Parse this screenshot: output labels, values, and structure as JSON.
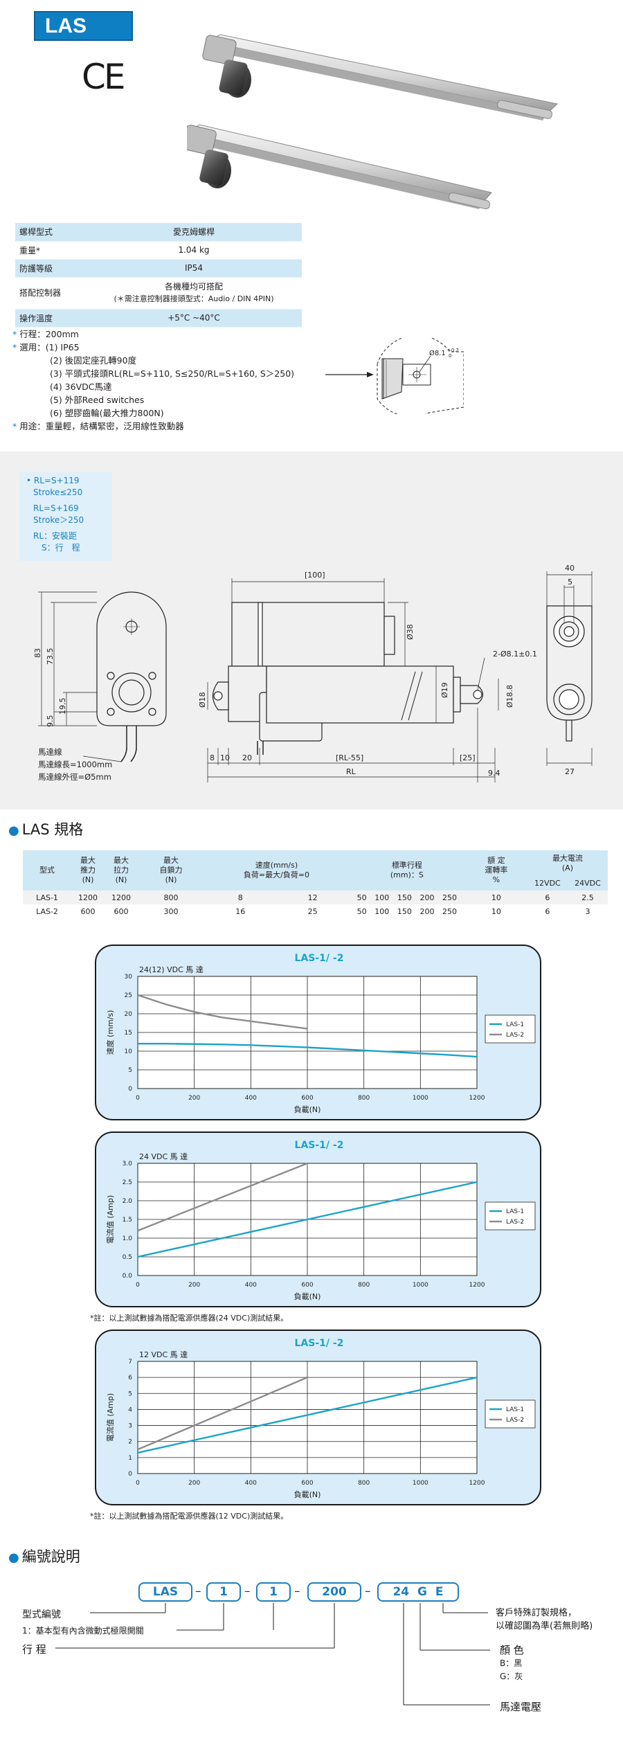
{
  "header": {
    "model": "LAS",
    "cert": "CE"
  },
  "spec_table": {
    "rows": [
      {
        "label": "螺桿型式",
        "value": "愛克姆螺桿"
      },
      {
        "label": "重量*",
        "value": "1.04 kg"
      },
      {
        "label": "防護等級",
        "value": "IP54"
      },
      {
        "label": "搭配控制器",
        "value": "各機種均可搭配",
        "value2": "(＊需注意控制器接頭型式：Audio / DIN 4PIN)"
      },
      {
        "label": "操作溫度",
        "value": "+5°C ~40°C"
      }
    ]
  },
  "notes": {
    "stroke": "行程：200mm",
    "options_head": "選用：(1) IP65",
    "options": [
      "(2) 後固定座孔轉90度",
      "(3) 平頭式接頭RL(RL=S+110, S≤250/RL=S+160, S＞250)",
      "(4) 36VDC馬達",
      "(5) 外部Reed switches",
      "(6) 塑膠齒輪(最大推力800N)"
    ],
    "usage": "用途：重量輕，結構緊密，泛用線性致動器",
    "detail_label": "Ø8.1",
    "detail_tol": "+0.2",
    "detail_tol2": "0"
  },
  "drawing": {
    "legend": [
      "RL=S+119",
      "Stroke≤250",
      "RL=S+169",
      "Stroke＞250",
      "RL：安裝距",
      "S：行　程"
    ],
    "motor_notes": [
      "馬達線",
      "馬達線長=1000mm",
      "馬達線外徑=Ø5mm"
    ],
    "dims": {
      "d83": "83",
      "d735": "73.5",
      "d195": "19.5",
      "d95": "9.5",
      "d100": "[100]",
      "d38": "Ø38",
      "d19": "Ø19",
      "d188": "Ø18.8",
      "d18": "Ø18",
      "hole": "2-Ø8.1±0.1",
      "d8": "8",
      "d10": "10",
      "d20": "20",
      "rl55": "[RL-55]",
      "d25": "[25]",
      "rl": "RL",
      "d94": "9.4",
      "d40": "40",
      "d5": "5",
      "d27": "27"
    }
  },
  "section1": {
    "title": "LAS 規格"
  },
  "spec2": {
    "headers": {
      "model": "型式",
      "push": [
        "最大",
        "推力",
        "(N)"
      ],
      "pull": [
        "最大",
        "拉力",
        "(N)"
      ],
      "lock": [
        "最大",
        "自鎖力",
        "(N)"
      ],
      "speed": [
        "速度(mm/s)",
        "負荷=最大/負荷=0"
      ],
      "stroke": [
        "標準行程",
        "(mm)：S"
      ],
      "duty": [
        "額 定",
        "運轉率",
        "%"
      ],
      "current": [
        "最大電流",
        "(A)"
      ],
      "v12": "12VDC",
      "v24": "24VDC"
    },
    "rows": [
      {
        "model": "LAS-1",
        "push": "1200",
        "pull": "1200",
        "lock": "800",
        "speed_max": "8",
        "speed_zero": "12",
        "strokes": [
          "50",
          "100",
          "150",
          "200",
          "250"
        ],
        "duty": "10",
        "a12": "6",
        "a24": "2.5"
      },
      {
        "model": "LAS-2",
        "push": "600",
        "pull": "600",
        "lock": "300",
        "speed_max": "16",
        "speed_zero": "25",
        "strokes": [
          "50",
          "100",
          "150",
          "200",
          "250"
        ],
        "duty": "10",
        "a12": "6",
        "a24": "3"
      }
    ]
  },
  "charts": {
    "colors": {
      "las1": "#1ba3c9",
      "las2": "#8c8c8c"
    },
    "footnote24": "*註：以上測試數據為搭配電源供應器(24 VDC)測試結果。",
    "footnote12": "*註：以上測試數據為搭配電源供應器(12 VDC)測試結果。"
  },
  "chart_data": [
    {
      "type": "line",
      "title": "LAS-1/ -2",
      "subtitle": "24(12) VDC 馬 達",
      "xlabel": "負載(N)",
      "ylabel": "速度 (mm/s)",
      "xlim": [
        0,
        1200
      ],
      "ylim": [
        0,
        30
      ],
      "xticks": [
        0,
        200,
        400,
        600,
        800,
        1000,
        1200
      ],
      "yticks": [
        0,
        5,
        10,
        15,
        20,
        25,
        30
      ],
      "grid": true,
      "legend": "right",
      "series": [
        {
          "name": "LAS-1",
          "x": [
            0,
            100,
            200,
            300,
            400,
            500,
            600,
            700,
            800,
            900,
            1000,
            1100,
            1200
          ],
          "y": [
            12,
            12,
            11.9,
            11.8,
            11.6,
            11.3,
            11,
            10.6,
            10.2,
            9.8,
            9.4,
            9,
            8.5
          ]
        },
        {
          "name": "LAS-2",
          "x": [
            0,
            100,
            200,
            300,
            400,
            500,
            600
          ],
          "y": [
            25,
            22.5,
            20.5,
            19,
            18,
            17,
            16
          ]
        }
      ]
    },
    {
      "type": "line",
      "title": "LAS-1/ -2",
      "subtitle": "24 VDC 馬 達",
      "xlabel": "負載(N)",
      "ylabel": "電流值 (Amp)",
      "xlim": [
        0,
        1200
      ],
      "ylim": [
        0,
        3.0
      ],
      "xticks": [
        0,
        200,
        400,
        600,
        800,
        1000,
        1200
      ],
      "yticks": [
        0,
        0.5,
        1.0,
        1.5,
        2.0,
        2.5,
        3.0
      ],
      "grid": true,
      "legend": "right",
      "series": [
        {
          "name": "LAS-1",
          "x": [
            0,
            1200
          ],
          "y": [
            0.5,
            2.5
          ]
        },
        {
          "name": "LAS-2",
          "x": [
            0,
            600
          ],
          "y": [
            1.2,
            3.0
          ]
        }
      ]
    },
    {
      "type": "line",
      "title": "LAS-1/ -2",
      "subtitle": "12 VDC 馬 達",
      "xlabel": "負載(N)",
      "ylabel": "電流值 (Amp)",
      "xlim": [
        0,
        1200
      ],
      "ylim": [
        0,
        7
      ],
      "xticks": [
        0,
        200,
        400,
        600,
        800,
        1000,
        1200
      ],
      "yticks": [
        0,
        1,
        2,
        3,
        4,
        5,
        6,
        7
      ],
      "grid": true,
      "legend": "right",
      "series": [
        {
          "name": "LAS-1",
          "x": [
            0,
            1200
          ],
          "y": [
            1.3,
            6.0
          ]
        },
        {
          "name": "LAS-2",
          "x": [
            0,
            600
          ],
          "y": [
            1.5,
            6.0
          ]
        }
      ]
    }
  ],
  "section2": {
    "title": "編號說明"
  },
  "ordering": {
    "codes": [
      "LAS",
      "1",
      "1",
      "200",
      "24 G E"
    ],
    "labels": {
      "type": "型式編號",
      "limit": "1：基本型有內含微動式極限開關",
      "stroke": "行 程",
      "custom1": "客戶特殊訂製規格，",
      "custom2": "以確認圖為準(若無則略)",
      "color": "顏 色",
      "black": "B：黑",
      "gray": "G：灰",
      "voltage": "馬達電壓"
    }
  }
}
